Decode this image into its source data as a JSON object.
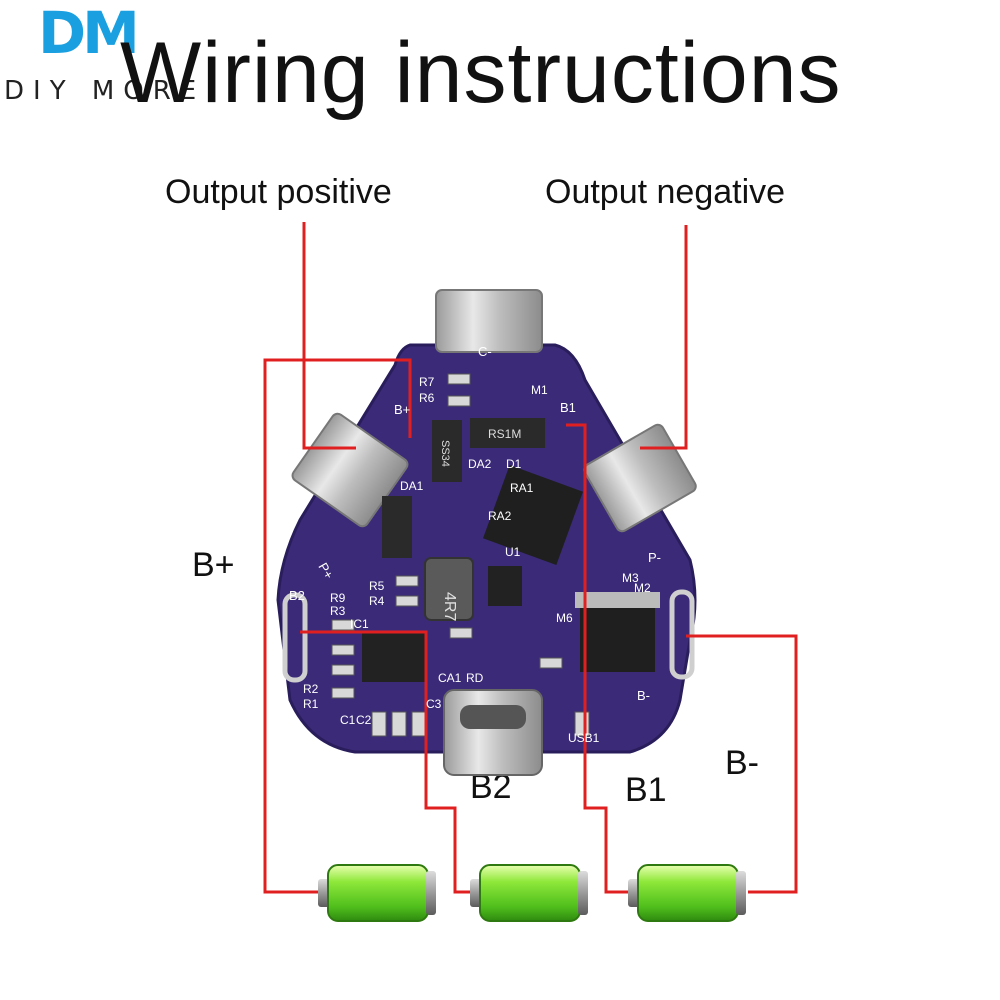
{
  "logo": {
    "mark": "DM",
    "text": "DIY MORE"
  },
  "title": "Wiring instructions",
  "labels": {
    "output_positive": "Output positive",
    "output_negative": "Output negative",
    "b_plus": "B+",
    "b_minus": "B-",
    "b1": "B1",
    "b2": "B2"
  },
  "board": {
    "silkscreen": [
      "B+",
      "B-",
      "B1",
      "B2",
      "P+",
      "P-",
      "C-",
      "4R7",
      "DA1",
      "DA2",
      "D1",
      "M1",
      "M2",
      "M3",
      "M6",
      "IC1",
      "U1",
      "R1",
      "R2",
      "R3",
      "R4",
      "R5",
      "R6",
      "R7",
      "R9",
      "RA1",
      "RA2",
      "CA1",
      "C1",
      "C2",
      "C3",
      "USB1",
      "RD",
      "RS1M",
      "SS34"
    ],
    "pcb_color": "#3b2a78"
  },
  "colors": {
    "wire": "#e02020",
    "battery": "#6ed62a",
    "text": "#111111"
  },
  "batteries": 3
}
